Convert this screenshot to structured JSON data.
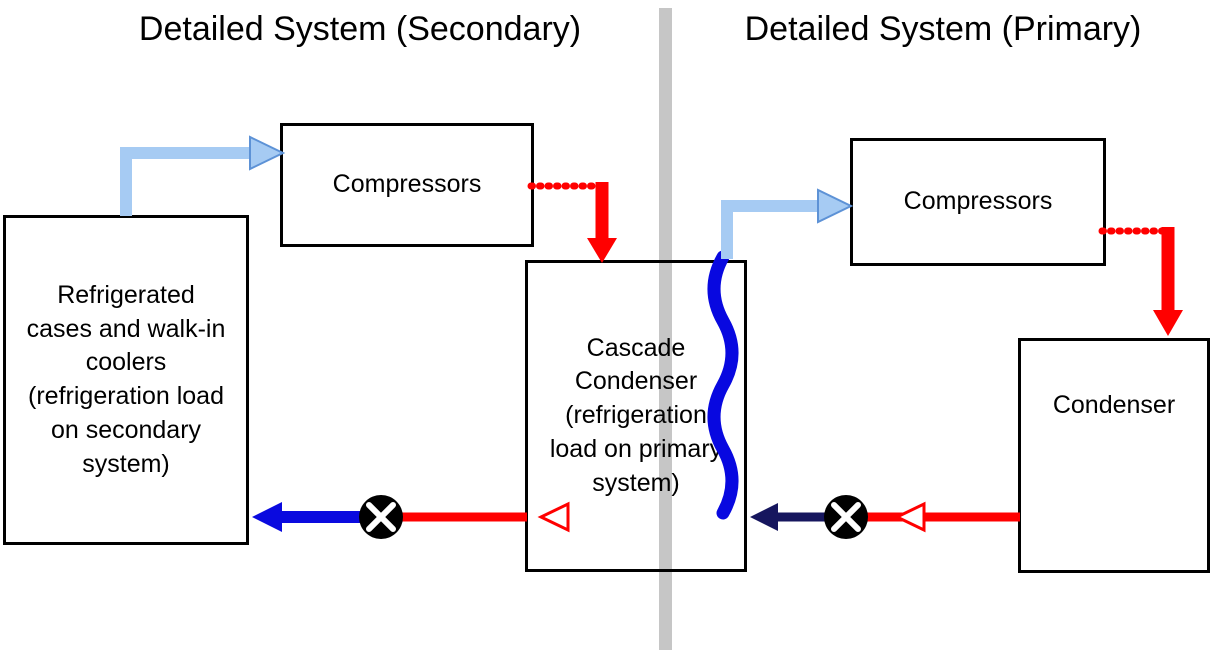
{
  "titles": {
    "secondary": "Detailed System (Secondary)",
    "primary": "Detailed System (Primary)"
  },
  "boxes": {
    "secondary_compressors": {
      "label": "Compressors"
    },
    "refrigerated_cases": {
      "label": "Refrigerated cases and walk-in coolers (refrigeration load on secondary system)"
    },
    "cascade_condenser": {
      "label": "Cascade Condenser (refrigeration load on primary system)"
    },
    "primary_compressors": {
      "label": "Compressors"
    },
    "condenser": {
      "label": "Condenser"
    }
  },
  "colors": {
    "suction": "#a6cbf3",
    "suction_edge": "#5d92d6",
    "hot": "#ff0000",
    "liquid_secondary": "#0a0adf",
    "liquid_primary": "#16165e",
    "coil": "#0808e0",
    "valve": "#000000",
    "divider": "#c6c6c6",
    "box_border": "#000000"
  }
}
